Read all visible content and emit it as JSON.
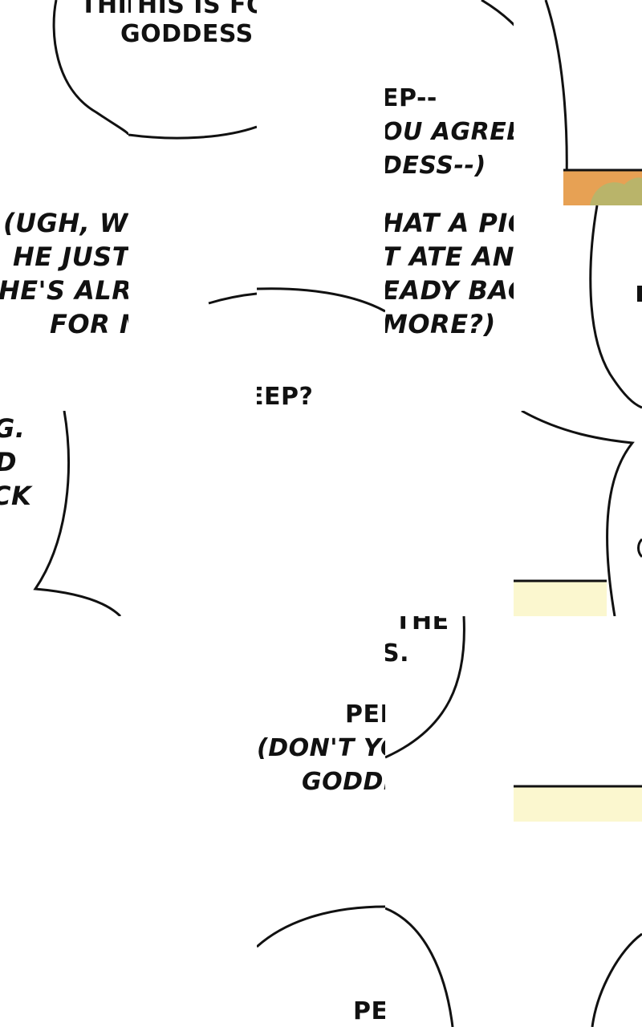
{
  "colors": {
    "ink": "#111111",
    "page": "#ffffff",
    "panel_cream": "#fbf7cf",
    "panel_orange": "#e7a154",
    "panel_green": "#b9b46a"
  },
  "fragments": {
    "a": "THIS IS FOR",
    "b": "GODDESS",
    "c": "EP--",
    "d": "OU AGREE,",
    "e": "DESS--)",
    "f": "(UGH, W",
    "g": "HE JUST",
    "h": "HE'S ALR",
    "i": "FOR M",
    "j": "HAT A PIG",
    "k": "T ATE AND",
    "l": "EADY BAC",
    "m": "MORE?)",
    "n": "EEP?",
    "o": "G.",
    "p": "D",
    "q": "CK",
    "r": "THE",
    "s": "S.",
    "t": "PEE",
    "u": "(DON'T YO",
    "v": "GODDE",
    "w": "PE"
  }
}
